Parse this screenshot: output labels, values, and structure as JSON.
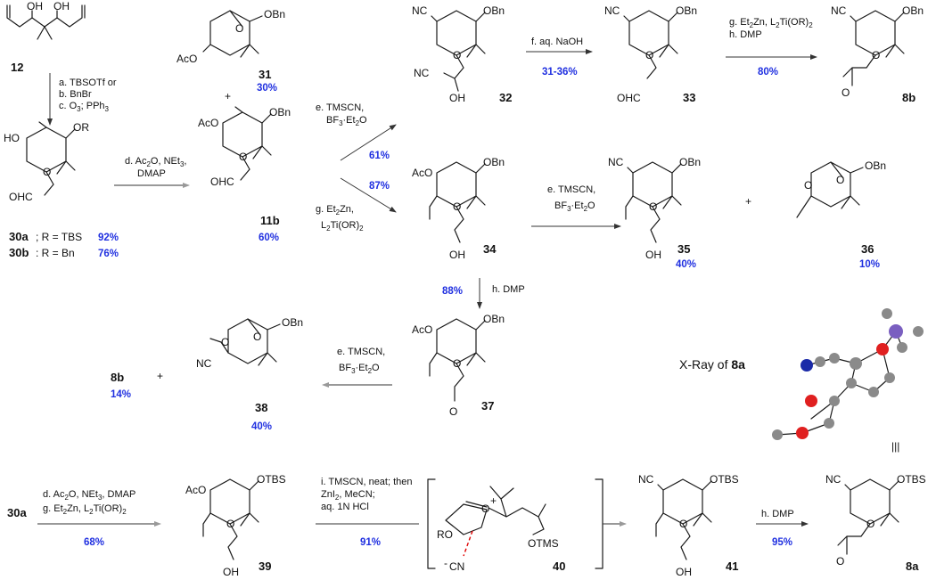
{
  "colors": {
    "yield": "#2030e0",
    "cyanide": "#e00000",
    "oxygen": "#e02020",
    "nitrogen": "#1a2aa8",
    "silicon": "#7a5fc0",
    "carbon": "#8a8a8a"
  },
  "compounds": {
    "c12": "12",
    "c31": "31",
    "c32": "32",
    "c33": "33",
    "c8b_top": "8b",
    "c30a": "30a",
    "c30a_r": "; R = TBS",
    "c30b": "30b",
    "c30b_r": ": R = Bn",
    "c11b": "11b",
    "c34": "34",
    "c35": "35",
    "c36": "36",
    "c37": "37",
    "c38": "38",
    "c8b_mid": "8b",
    "c30a_bottom": "30a",
    "c39": "39",
    "c40": "40",
    "c41": "41",
    "c8a": "8a"
  },
  "yields": {
    "y31": "30%",
    "y30a": "92%",
    "y30b": "76%",
    "y11b": "60%",
    "y32": "61%",
    "y34": "87%",
    "y33": "31-36%",
    "y8b": "80%",
    "y35": "40%",
    "y36": "10%",
    "y37": "88%",
    "y8b_mid": "14%",
    "y38": "40%",
    "y39": "68%",
    "y41": "91%",
    "y8a": "95%"
  },
  "conditions": {
    "a": "a. TBSOTf or",
    "b": "b. BnBr",
    "c": "c. O",
    "c_sub": "3",
    "c_end": "; PPh",
    "c_end_sub": "3",
    "d1": "d. Ac",
    "d1_sub": "2",
    "d1_mid": "O, NEt",
    "d1_sub2": "3",
    "d1_end": ",",
    "d2": "DMAP",
    "e1": "e. TMSCN,",
    "e2": "BF",
    "e2_sub": "3",
    "e2_end": "·Et",
    "e2_sub2": "2",
    "e2_end2": "O",
    "g1": "g. Et",
    "g1_sub": "2",
    "g1_end": "Zn,",
    "g2": "L",
    "g2_sub": "2",
    "g2_end": "Ti(OR)",
    "g2_sub2": "2",
    "f": "f. aq. NaOH",
    "gh1": "g. Et",
    "gh1_sub": "2",
    "gh1_mid": "Zn, L",
    "gh1_sub2": "2",
    "gh1_end": "Ti(OR)",
    "gh1_sub3": "2",
    "h": "h. DMP",
    "e_35a": "e. TMSCN,",
    "e_35b": "BF",
    "e_35b_sub": "3",
    "e_35b_end": "·Et",
    "e_35b_sub2": "2",
    "e_35b_end2": "O",
    "h37": "h. DMP",
    "e_38a": "e. TMSCN,",
    "e_38b": "BF",
    "e_38b_sub": "3",
    "e_38b_end": "·Et",
    "e_38b_sub2": "2",
    "e_38b_end2": "O",
    "dg1": "d. Ac",
    "dg1_sub": "2",
    "dg1_end": "O, NEt",
    "dg1_sub2": "3",
    "dg1_end2": ", DMAP",
    "dg2": "g. Et",
    "dg2_sub": "2",
    "dg2_mid": "Zn, L",
    "dg2_sub2": "2",
    "dg2_end": "Ti(OR)",
    "dg2_sub3": "2",
    "i1": "i. TMSCN, neat; then",
    "i2": "ZnI",
    "i2_sub": "2",
    "i2_end": ", MeCN;",
    "i3": "aq. 1N HCl",
    "h41": "h. DMP"
  },
  "plus_sign": "+",
  "xray": {
    "label": "X-Ray of ",
    "compound": "8a",
    "equiv": "|||"
  },
  "atoms": {
    "OH": "OH",
    "HO": "HO",
    "OR": "OR",
    "OBn": "OBn",
    "OTBS": "OTBS",
    "AcO": "AcO",
    "O": "O",
    "NC": "NC",
    "N": "N",
    "C": "C",
    "OHC": "OHC",
    "RO": "RO",
    "OTMS": "OTMS",
    "CN": "CN",
    "minus": "-",
    "plus": "+"
  }
}
